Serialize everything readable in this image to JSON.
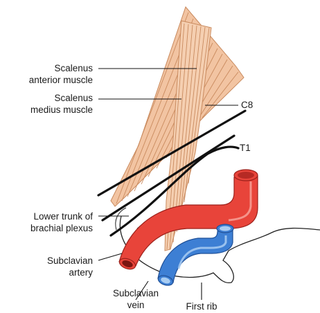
{
  "labels": {
    "scalenus_anterior": {
      "line1": "Scalenus",
      "line2": "anterior muscle"
    },
    "scalenus_medius": {
      "line1": "Scalenus",
      "line2": "medius muscle"
    },
    "c8": "C8",
    "t1": "T1",
    "lower_trunk": {
      "line1": "Lower trunk of",
      "line2": "brachial plexus"
    },
    "subclavian_artery": {
      "line1": "Subclavian",
      "line2": "artery"
    },
    "subclavian_vein": {
      "line1": "Subclavian",
      "line2": "vein"
    },
    "first_rib": "First rib"
  },
  "colors": {
    "muscle_fill": "#f2c4a2",
    "muscle_stroke": "#c98a5e",
    "artery": "#e8443a",
    "artery_dark": "#b62a24",
    "vein": "#3d7fd4",
    "vein_light": "#a9cdf2",
    "nerve": "#111111",
    "leader": "#111111"
  }
}
